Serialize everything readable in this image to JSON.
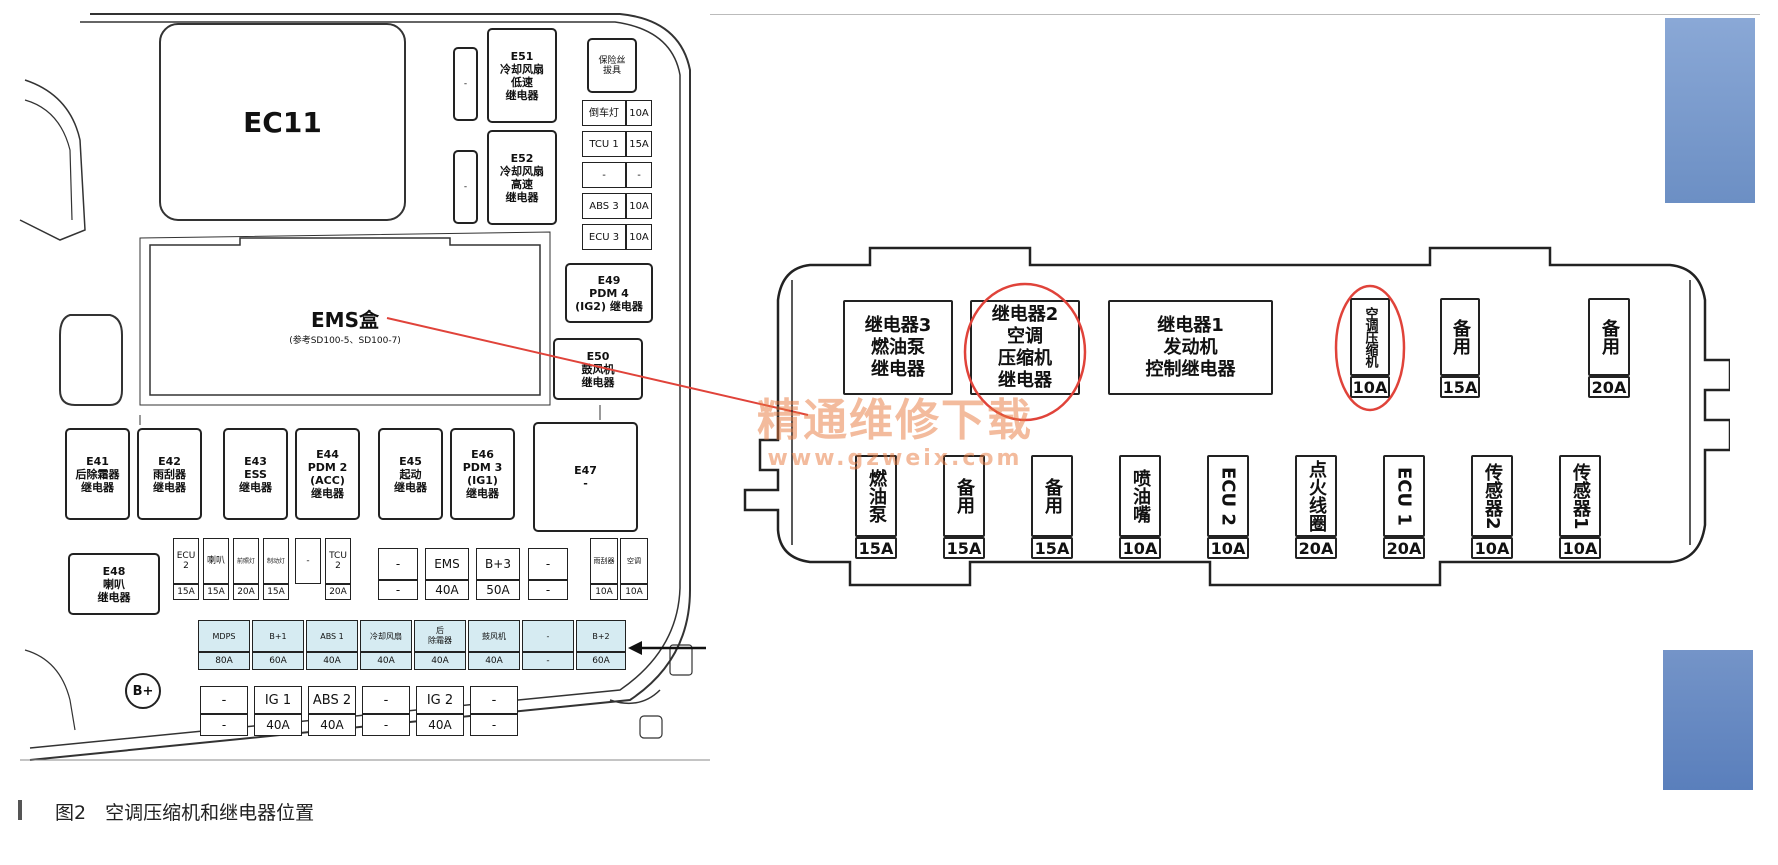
{
  "left_panel": {
    "ec11": "EC11",
    "ems_box": "EMS盒",
    "ems_ref": "(参考SD100-5、SD100-7)",
    "small_right_top": "保险丝\n拔具",
    "e51": "E51\n冷却风扇\n低速\n继电器",
    "e52": "E52\n冷却风扇\n高速\n继电器",
    "e49": "E49\nPDM 4\n(IG2) 继电器",
    "e50": "E50\n鼓风机\n继电器",
    "e47": "E47\n-",
    "e48": "E48\n喇叭\n继电器",
    "relays": [
      "E41\n后除霜器\n继电器",
      "E42\n雨刮器\n继电器",
      "E43\nESS\n继电器",
      "E44\nPDM 2\n(ACC)\n继电器",
      "E45\n起动\n继电器",
      "E46\nPDM 3\n(IG1)\n继电器"
    ],
    "right_fuses": [
      {
        "name": "倒车灯",
        "amp": "10A"
      },
      {
        "name": "TCU 1",
        "amp": "15A"
      },
      {
        "name": "-",
        "amp": "-"
      },
      {
        "name": "ABS 3",
        "amp": "10A"
      },
      {
        "name": "ECU 3",
        "amp": "10A"
      }
    ],
    "mini_fuses": [
      {
        "name": "ECU\n2",
        "amp": "15A"
      },
      {
        "name": "喇叭",
        "amp": "15A"
      },
      {
        "name": "前照灯",
        "amp": "20A"
      },
      {
        "name": "制动灯",
        "amp": "15A"
      },
      {
        "name": "-",
        "amp": ""
      },
      {
        "name": "TCU\n2",
        "amp": "20A"
      }
    ],
    "mid_fuses": [
      {
        "top": "-",
        "bot": "-"
      },
      {
        "top": "EMS",
        "bot": "40A"
      },
      {
        "top": "B+3",
        "bot": "50A"
      },
      {
        "top": "-",
        "bot": "-"
      }
    ],
    "right_small": [
      {
        "name": "雨刮器",
        "amp": "10A"
      },
      {
        "name": "空调",
        "amp": "10A"
      }
    ],
    "blue_row": [
      {
        "name": "MDPS",
        "amp": "80A"
      },
      {
        "name": "B+1",
        "amp": "60A"
      },
      {
        "name": "ABS 1",
        "amp": "40A"
      },
      {
        "name": "冷却风扇",
        "amp": "40A"
      },
      {
        "name": "后\n除霜器",
        "amp": "40A"
      },
      {
        "name": "鼓风机",
        "amp": "40A"
      },
      {
        "name": "-",
        "amp": "-"
      },
      {
        "name": "B+2",
        "amp": "60A"
      }
    ],
    "bottom_row": [
      {
        "top": "-",
        "bot": "-"
      },
      {
        "top": "IG 1",
        "bot": "40A"
      },
      {
        "top": "ABS 2",
        "bot": "40A"
      },
      {
        "top": "-",
        "bot": "-"
      },
      {
        "top": "IG 2",
        "bot": "40A"
      },
      {
        "top": "-",
        "bot": "-"
      }
    ],
    "battery": "B+"
  },
  "right_panel": {
    "relay3": "继电器3\n燃油泵\n继电器",
    "relay2": "继电器2\n空调\n压缩机\n继电器",
    "relay1": "继电器1\n发动机\n控制继电器",
    "top_fuses": [
      {
        "name": "空调压缩机",
        "amp": "10A"
      },
      {
        "name": "备用",
        "amp": "15A"
      },
      {
        "name": "备用",
        "amp": "20A"
      }
    ],
    "bottom_fuses": [
      {
        "name": "燃油泵",
        "amp": "15A"
      },
      {
        "name": "备用",
        "amp": "15A"
      },
      {
        "name": "备用",
        "amp": "15A"
      },
      {
        "name": "喷油嘴",
        "amp": "10A"
      },
      {
        "name": "ECU 2",
        "amp": "10A"
      },
      {
        "name": "点火线圈",
        "amp": "20A"
      },
      {
        "name": "ECU 1",
        "amp": "20A"
      },
      {
        "name": "传感器2",
        "amp": "10A"
      },
      {
        "name": "传感器1",
        "amp": "10A"
      }
    ]
  },
  "watermark": {
    "cn": "精通维修下载",
    "url": "www.gzweix.com"
  },
  "caption": "图2　空调压缩机和继电器位置",
  "colors": {
    "highlight": "#e0433a",
    "blue_fuse": "#d6ebf2",
    "side_blue": "#7d9ccc"
  }
}
